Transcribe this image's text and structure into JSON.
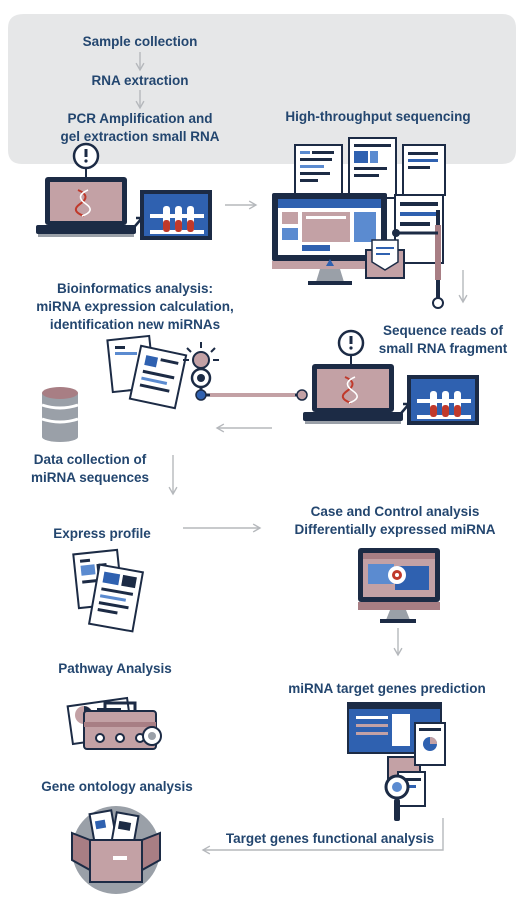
{
  "theme": {
    "text": "#23466f",
    "navy": "#1c2b45",
    "blue": "#2f61b0",
    "blue_light": "#5b8bd0",
    "rose": "#c3a1a5",
    "rose_dark": "#a87e84",
    "red": "#c0392b",
    "gray": "#9aa0a8",
    "gray_light": "#e6e7e8",
    "arrow": "#b5b8bc"
  },
  "steps": {
    "sample_collection": "Sample collection",
    "rna_extraction": "RNA extraction",
    "pcr_line1": "PCR Amplification and",
    "pcr_line2": "gel extraction small RNA",
    "high_throughput": "High-throughput sequencing",
    "bioinfo_line1": "Bioinformatics analysis:",
    "bioinfo_line2": "miRNA expression calculation,",
    "bioinfo_line3": "identification new miRNAs",
    "seq_reads_line1": "Sequence reads of",
    "seq_reads_line2": "small RNA fragment",
    "data_collection_line1": "Data collection of",
    "data_collection_line2": "miRNA sequences",
    "express_profile": "Express profile",
    "case_control_line1": "Case and Control analysis",
    "case_control_line2": "Differentially expressed miRNA",
    "pathway": "Pathway Analysis",
    "target_prediction": "miRNA target genes prediction",
    "gene_ontology": "Gene ontology analysis",
    "functional_analysis": "Target genes functional analysis"
  },
  "icons": [
    "laptop-dna-icon",
    "tube-rack-icon",
    "sequencer-computer-icon",
    "documents-icon",
    "magnifier-icon",
    "bulb-icon",
    "probe-icon",
    "database-icon",
    "monitor-icon",
    "toolbox-icon",
    "box-icon"
  ]
}
